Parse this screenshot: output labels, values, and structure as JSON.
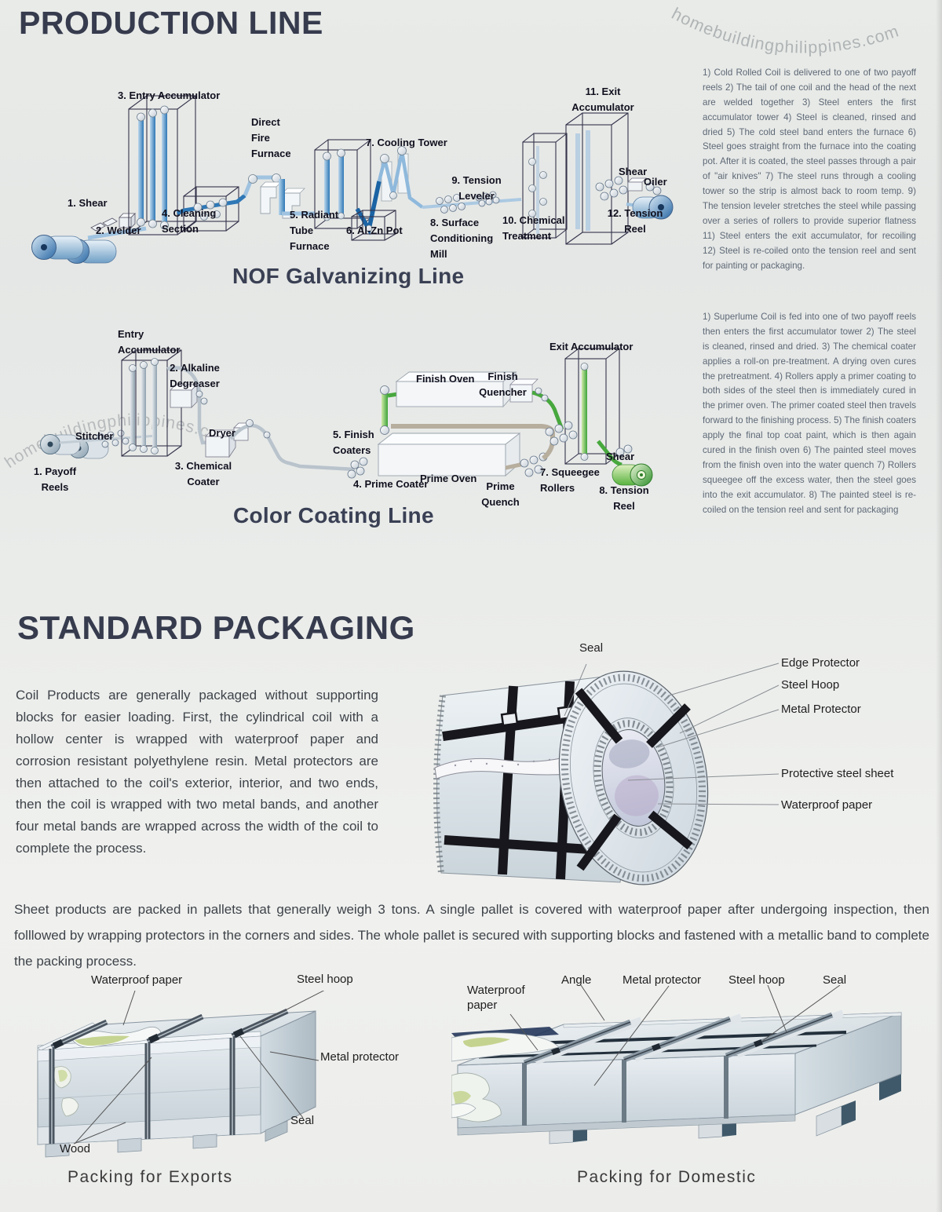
{
  "watermark": "homebuildingphilippines.com",
  "production": {
    "title": "PRODUCTION LINE",
    "nof_caption": "NOF Galvanizing Line",
    "color_caption": "Color Coating Line",
    "nof_description": "1) Cold Rolled Coil is delivered to one of two payoff reels 2) The tail of one coil and the head of the next are welded together 3) Steel enters the first accumulator tower 4) Steel is cleaned, rinsed and dried 5) The cold steel band enters the furnace 6) Steel goes straight from the furnace into the coating pot. After it is coated, the steel passes through a pair of \"air knives\" 7) The steel runs through a cooling tower so the strip is almost back to room temp. 9) The tension leveler stretches the steel while passing over a series of rollers to provide superior flatness 11) Steel enters the exit accumulator, for recoiling 12) Steel is re-coiled onto the tension reel and sent for painting or packaging.",
    "color_description": "1) Superlume Coil is fed into one of two payoff reels then enters the first accumulator tower 2) The steel is cleaned, rinsed and dried. 3) The chemical coater applies a roll-on pre-treatment. A drying oven cures the pretreatment. 4) Rollers apply a primer coating to both sides of the steel then is immediately cured in the primer oven. The primer coated steel then travels forward to the finishing process. 5) The finish coaters apply the final top coat paint, which is then again cured in the finish oven 6) The painted steel moves from the finish oven into the water quench 7) Rollers squeegee off the excess water, then the steel goes into the exit accumulator. 8) The painted steel is re-coiled on the tension reel and sent for packaging",
    "nof_labels": {
      "shear": "1. Shear",
      "welder": "2. Welder",
      "entry_accumulator": "3. Entry Accumulator",
      "cleaning_section": "4. Cleaning\nSection",
      "direct_fire_furnace": "Direct\nFire\nFurnace",
      "radiant_tube_furnace": "5. Radiant\nTube\nFurnace",
      "al_zn_pot": "6. Al-Zn Pot",
      "cooling_tower": "7. Cooling Tower",
      "surface_conditioning_mill": "8. Surface\nConditioning\nMill",
      "tension_leveler": "9. Tension\nLeveler",
      "chemical_treatment": "10. Chemical\nTreatment",
      "exit_accumulator": "11. Exit\nAccumulator",
      "shear2": "Shear",
      "oiler": "Oiler",
      "tension_reel": "12. Tension\nReel"
    },
    "color_labels": {
      "entry_accumulator": "Entry\nAccumulator",
      "alkaline_degreaser": "2. Alkaline\nDegreaser",
      "stitcher": "Stitcher",
      "payoff_reels": "1. Payoff\nReels",
      "chemical_coater": "3. Chemical\nCoater",
      "dryer": "Dryer",
      "finish_coaters": "5. Finish\nCoaters",
      "finish_oven": "Finish Oven",
      "finish_quencher": "Finish\nQuencher",
      "prime_coater": "4. Prime Coater",
      "prime_oven": "Prime Oven",
      "prime_quench": "Prime\nQuench",
      "squeegee_rollers": "7. Squeegee\nRollers",
      "exit_accumulator": "Exit Accumulator",
      "shear": "Shear",
      "tension_reel": "8. Tension\nReel"
    }
  },
  "packaging": {
    "title": "STANDARD PACKAGING",
    "coil_paragraph": "Coil Products are generally packaged without supporting blocks for easier loading. First, the cylindrical coil with a hollow center is wrapped with waterproof paper and corrosion resistant polyethylene resin. Metal protectors are then attached to the coil's exterior, interior, and two ends, then the coil is wrapped with two metal bands, and another four metal bands are wrapped across the width of the coil to complete the process.",
    "sheet_paragraph": "Sheet products are packed in pallets that generally weigh 3 tons. A single pallet is covered with waterproof paper after undergoing inspection, then folllowed by wrapping protectors in the corners and sides. The whole pallet is secured with supporting blocks and fastened with a metallic band to complete the packing process.",
    "coil_labels": {
      "seal": "Seal",
      "edge_protector": "Edge Protector",
      "steel_hoop": "Steel Hoop",
      "metal_protector": "Metal Protector",
      "protective_steel_sheet": "Protective steel sheet",
      "waterproof_paper": "Waterproof paper"
    },
    "exports": {
      "caption": "Packing for Exports",
      "labels": {
        "waterproof_paper": "Waterproof paper",
        "steel_hoop": "Steel hoop",
        "metal_protector": "Metal protector",
        "seal": "Seal",
        "wood": "Wood"
      }
    },
    "domestic": {
      "caption": "Packing for Domestic",
      "labels": {
        "waterproof_paper": "Waterproof\npaper",
        "angle": "Angle",
        "metal_protector": "Metal protector",
        "steel_hoop": "Steel hoop",
        "seal": "Seal"
      }
    }
  },
  "colors": {
    "accent_blue": "#2e78b6",
    "accent_green": "#47a83d",
    "ink": "#363b4d"
  }
}
